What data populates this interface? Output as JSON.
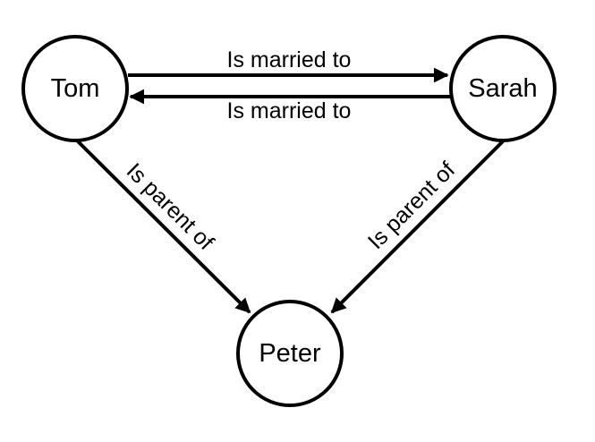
{
  "diagram": {
    "nodes": {
      "tom": "Tom",
      "sarah": "Sarah",
      "peter": "Peter"
    },
    "edges": {
      "tom_to_sarah": "Is married to",
      "sarah_to_tom": "Is married to",
      "tom_to_peter": "Is parent of",
      "sarah_to_peter": "Is parent of"
    },
    "colors": {
      "stroke": "#000000",
      "background": "#ffffff"
    }
  }
}
